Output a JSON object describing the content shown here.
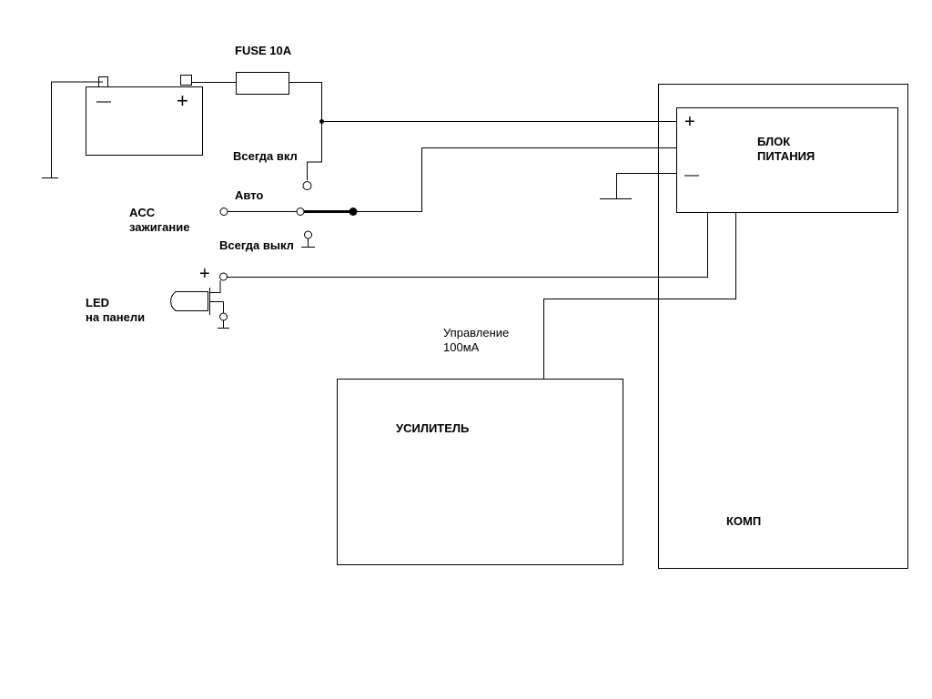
{
  "fuse": {
    "label": "FUSE 10A"
  },
  "battery": {
    "minus": "—",
    "plus": "+"
  },
  "switch": {
    "always_on": "Всегда вкл",
    "auto": "Авто",
    "always_off": "Всегда выкл"
  },
  "acc": {
    "line1": "ACC",
    "line2": "зажигание"
  },
  "led": {
    "line1": "LED",
    "line2": "на панели",
    "plus": "+"
  },
  "psu": {
    "line1": "БЛОК",
    "line2": "ПИТАНИЯ",
    "plus": "+",
    "minus": "—"
  },
  "control": {
    "line1": "Управление",
    "line2": "100мА"
  },
  "amplifier": {
    "label": "УСИЛИТЕЛЬ"
  },
  "computer": {
    "label": "КОМП"
  }
}
